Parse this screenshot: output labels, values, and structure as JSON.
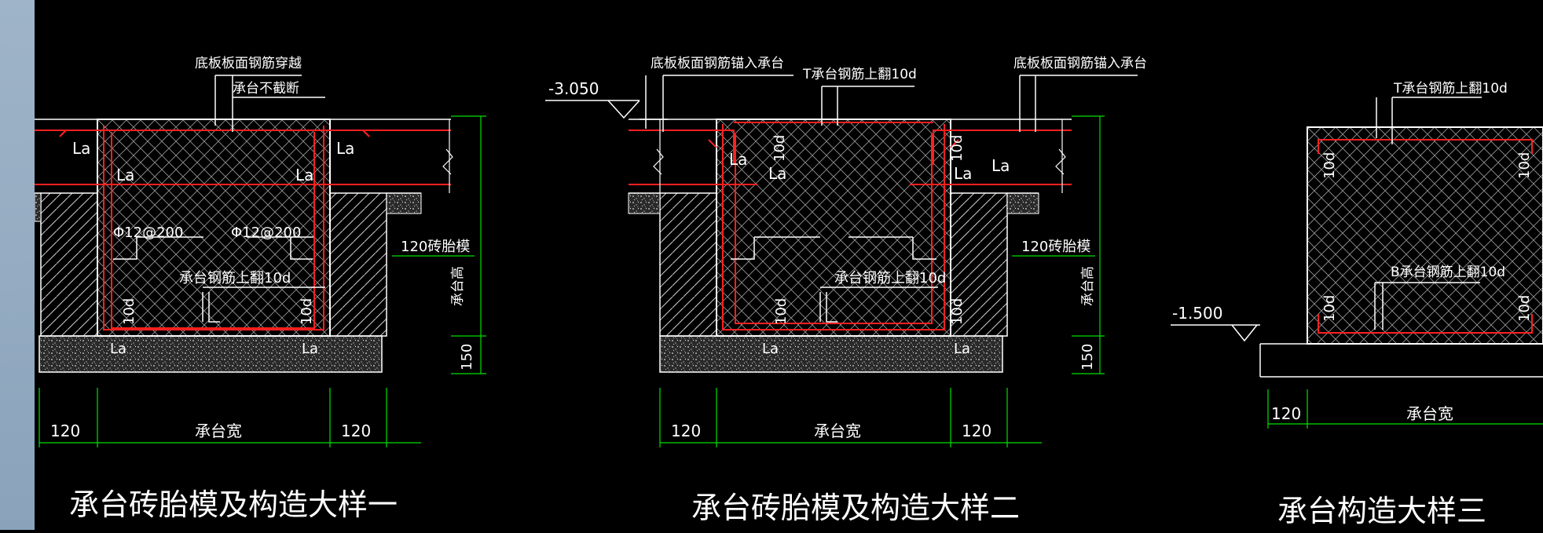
{
  "colors": {
    "background": "#000000",
    "sidebar": "#9fb4c8",
    "rebar": "#ff2020",
    "dimension": "#00ff00",
    "outline": "#ffffff"
  },
  "detail1": {
    "title": "承台砖胎模及构造大样一",
    "note_top": "底板板面钢筋穿越",
    "note_top2": "承台不截断",
    "rebar_left": "Φ12@200",
    "rebar_right": "Φ12@200",
    "note_bottom": "承台钢筋上翻10d",
    "brick_mold": "120砖胎模",
    "height_label": "承台高",
    "dim_150": "150",
    "dim_left": "120",
    "dim_mid": "承台宽",
    "dim_right": "120",
    "la": "La",
    "ten_d": "10d"
  },
  "detail2": {
    "title": "承台砖胎模及构造大样二",
    "elevation": "-3.050",
    "note_left": "底板板面钢筋锚入承台",
    "note_mid": "T承台钢筋上翻10d",
    "note_right": "底板板面钢筋锚入承台",
    "note_bottom": "承台钢筋上翻10d",
    "brick_mold": "120砖胎模",
    "height_label": "承台高",
    "dim_150": "150",
    "dim_left": "120",
    "dim_mid": "承台宽",
    "dim_right": "120",
    "la": "La",
    "ten_d": "10d"
  },
  "detail3": {
    "title": "承台构造大样三",
    "note_top": "T承台钢筋上翻10d",
    "note_bottom": "B承台钢筋上翻10d",
    "elevation": "-1.500",
    "dim_left": "120",
    "dim_mid": "承台宽",
    "ten_d": "10d"
  }
}
